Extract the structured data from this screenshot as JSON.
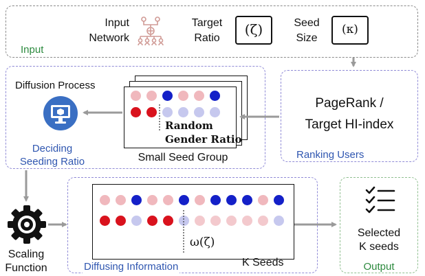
{
  "input": {
    "label": "Input",
    "network_label_line1": "Input",
    "network_label_line2": "Network",
    "ratio_label_line1": "Target",
    "ratio_label_line2": "Ratio",
    "ratio_symbol": "(ζ)",
    "seed_label_line1": "Seed",
    "seed_label_line2": "Size",
    "seed_symbol": "(κ)"
  },
  "ranking": {
    "line1": "PageRank /",
    "line2": "Target HI-index",
    "label": "Ranking Users"
  },
  "deciding": {
    "title": "Diffusion Process",
    "label_line1": "Deciding",
    "label_line2": "Seeding Ratio",
    "group_label": "Small Seed Group",
    "overlay_line1": "Random",
    "overlay_line2": "Gender Ratio",
    "row1": [
      "pink",
      "pink",
      "blue",
      "pink",
      "pink",
      "blue"
    ],
    "row2": [
      "red",
      "red",
      "lavender",
      "lavender",
      "lavender",
      "lavender"
    ]
  },
  "scaling": {
    "label_line1": "Scaling",
    "label_line2": "Function"
  },
  "diffusing": {
    "label": "Diffusing Information",
    "kseeds": "K Seeds",
    "omega": "ω(ζ)",
    "row1": [
      "pink",
      "pink",
      "blue",
      "pink",
      "pink",
      "blue",
      "pink",
      "blue",
      "blue",
      "blue",
      "pink",
      "blue"
    ],
    "row2": [
      "red",
      "red",
      "lavender",
      "red",
      "red",
      "lavender",
      "pinklight",
      "pinklight",
      "pinklight",
      "pinklight",
      "pinklight",
      "lavender"
    ]
  },
  "output": {
    "label": "Output",
    "line1": "Selected",
    "line2": "K seeds"
  },
  "colors": {
    "pink": "#f0b8bd",
    "pinklight": "#f3c9cd",
    "blue": "#1420c8",
    "red": "#d9121d",
    "lavender": "#c6c8ee",
    "green_text": "#2c8a3e",
    "blue_text": "#2f56b0"
  },
  "icons": [
    "network-icon",
    "monitor-icon",
    "gear-icon",
    "checklist-icon"
  ]
}
